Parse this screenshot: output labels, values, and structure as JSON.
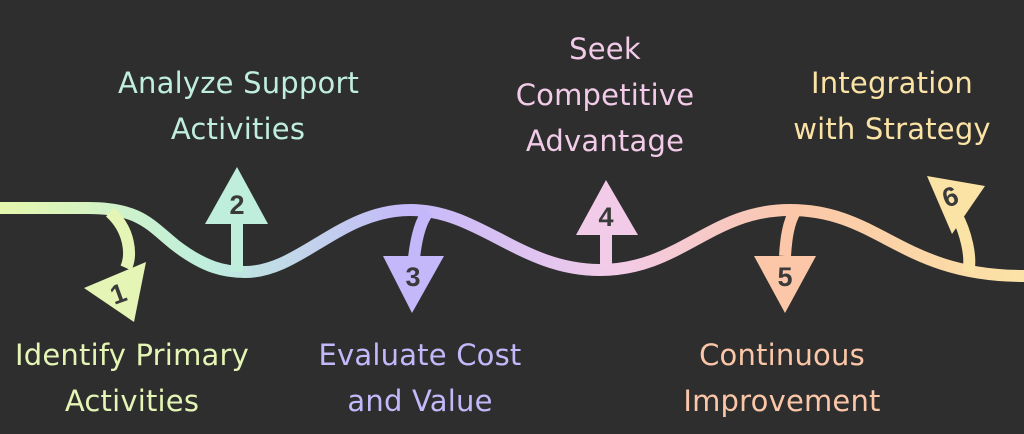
{
  "steps": [
    {
      "number": "1",
      "lines": [
        "Identify Primary",
        "Activities"
      ],
      "color": "#e4f5b5"
    },
    {
      "number": "2",
      "lines": [
        "Analyze Support",
        "Activities"
      ],
      "color": "#bfeedd"
    },
    {
      "number": "3",
      "lines": [
        "Evaluate Cost",
        "and Value"
      ],
      "color": "#c4b8fa"
    },
    {
      "number": "4",
      "lines": [
        "Seek",
        "Competitive",
        "Advantage"
      ],
      "color": "#f2cbe8"
    },
    {
      "number": "5",
      "lines": [
        "Continuous",
        "Improvement"
      ],
      "color": "#fbc7a8"
    },
    {
      "number": "6",
      "lines": [
        "Integration",
        "with Strategy"
      ],
      "color": "#fbe3a6"
    }
  ]
}
